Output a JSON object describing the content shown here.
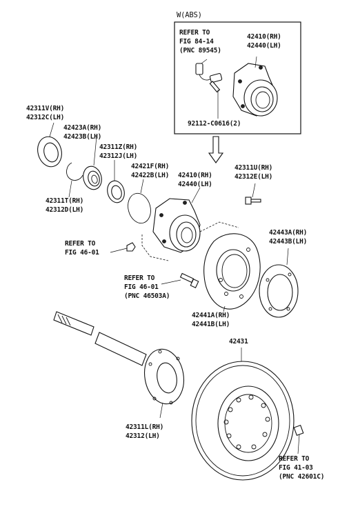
{
  "inset": {
    "title": "W(ABS)",
    "refer_line1": "REFER TO",
    "refer_line2": "FIG 84-14",
    "refer_line3": "(PNC 89545)",
    "hub_rh": "42410(RH)",
    "hub_lh": "42440(LH)",
    "bolt": "92112-C0616(2)"
  },
  "labels": {
    "p42311v": "42311V(RH)",
    "p42312c": "42312C(LH)",
    "p42423a": "42423A(RH)",
    "p42423b": "42423B(LH)",
    "p42311z": "42311Z(RH)",
    "p42312j": "42312J(LH)",
    "p42421f": "42421F(RH)",
    "p42422b": "42422B(LH)",
    "p42410": "42410(RH)",
    "p42440": "42440(LH)",
    "p42311u": "42311U(RH)",
    "p42312e": "42312E(LH)",
    "p42311t": "42311T(RH)",
    "p42312d": "42312D(LH)",
    "p42443a": "42443A(RH)",
    "p42443b": "42443B(LH)",
    "refer4601_a1": "REFER TO",
    "refer4601_a2": "FIG 46-01",
    "refer4601_b1": "REFER TO",
    "refer4601_b2": "FIG 46-01",
    "refer4601_b3": "(PNC 46503A)",
    "p42441a": "42441A(RH)",
    "p42441b": "42441B(LH)",
    "p42431": "42431",
    "p42311l": "42311L(RH)",
    "p42312": "42312(LH)",
    "refer4103_1": "REFER TO",
    "refer4103_2": "FIG 41-03",
    "refer4103_3": "(PNC 42601C)"
  }
}
